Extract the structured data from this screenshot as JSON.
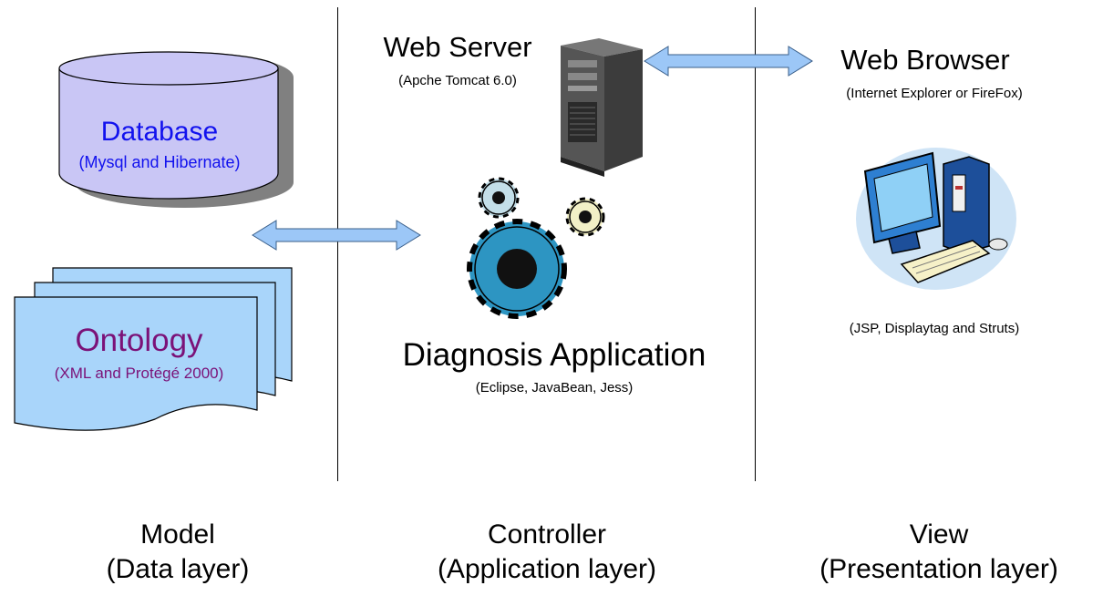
{
  "colors": {
    "database_fill": "#c9c6f5",
    "database_text": "#1212ee",
    "ontology_fill": "#a9d5fa",
    "ontology_text": "#7b1278",
    "arrow_fill": "#9cc7f7",
    "gear_blue": "#2d95c2",
    "gear_light": "#c3dfe9",
    "gear_cream": "#f2f0c6"
  },
  "icons": [
    "database-cylinder-icon",
    "ontology-documents-icon",
    "server-tower-icon",
    "gears-icon",
    "computer-icon",
    "double-arrow-icon"
  ],
  "database": {
    "title": "Database",
    "subtitle": "(Mysql and Hibernate)"
  },
  "ontology": {
    "title": "Ontology",
    "subtitle": "(XML and Protégé 2000)"
  },
  "web_server": {
    "title": "Web Server",
    "subtitle": "(Apche Tomcat 6.0)"
  },
  "web_browser": {
    "title": "Web Browser",
    "subtitle": "(Internet Explorer or FireFox)",
    "technologies": "(JSP, Displaytag  and Struts)"
  },
  "application": {
    "title": "Diagnosis Application",
    "subtitle": "(Eclipse, JavaBean, Jess)"
  },
  "layers": {
    "model": {
      "name": "Model",
      "desc": "(Data layer)"
    },
    "controller": {
      "name": "Controller",
      "desc": "(Application layer)"
    },
    "view": {
      "name": "View",
      "desc": "(Presentation layer)"
    }
  }
}
